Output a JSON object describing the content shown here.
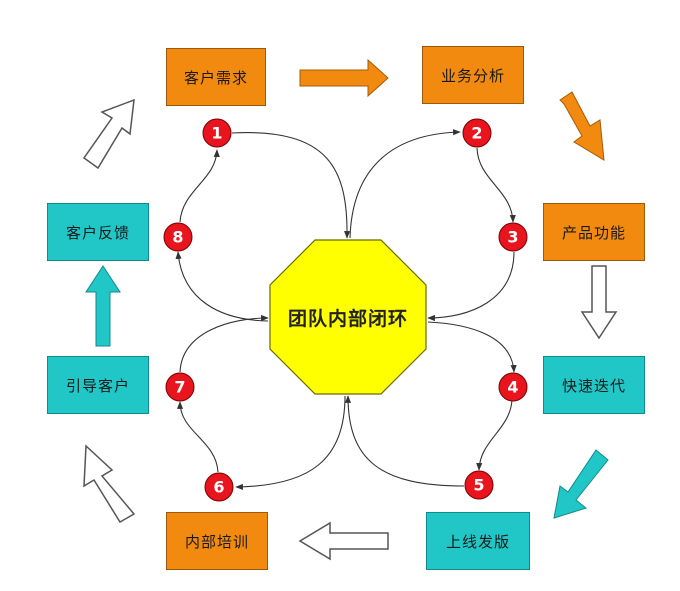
{
  "center": {
    "label": "团队内部闭环"
  },
  "nodes": [
    {
      "id": "kehu-xuqiu",
      "label": "客户需求",
      "color": "orange"
    },
    {
      "id": "yewu-fenxi",
      "label": "业务分析",
      "color": "orange"
    },
    {
      "id": "chanpin-gongneng",
      "label": "产品功能",
      "color": "orange"
    },
    {
      "id": "kuaisu-diedai",
      "label": "快速迭代",
      "color": "teal"
    },
    {
      "id": "shangxian-fabane",
      "label": "上线发版",
      "color": "teal"
    },
    {
      "id": "neibu-peixun",
      "label": "内部培训",
      "color": "orange"
    },
    {
      "id": "yindao-kehu",
      "label": "引导客户",
      "color": "teal"
    },
    {
      "id": "kehu-fankui",
      "label": "客户反馈",
      "color": "teal"
    }
  ],
  "steps": [
    "1",
    "2",
    "3",
    "4",
    "5",
    "6",
    "7",
    "8"
  ],
  "colors": {
    "orange": "#f28a0f",
    "teal": "#21c7c7",
    "center_fill": "#ffff00",
    "step_fill": "#e8141e"
  }
}
